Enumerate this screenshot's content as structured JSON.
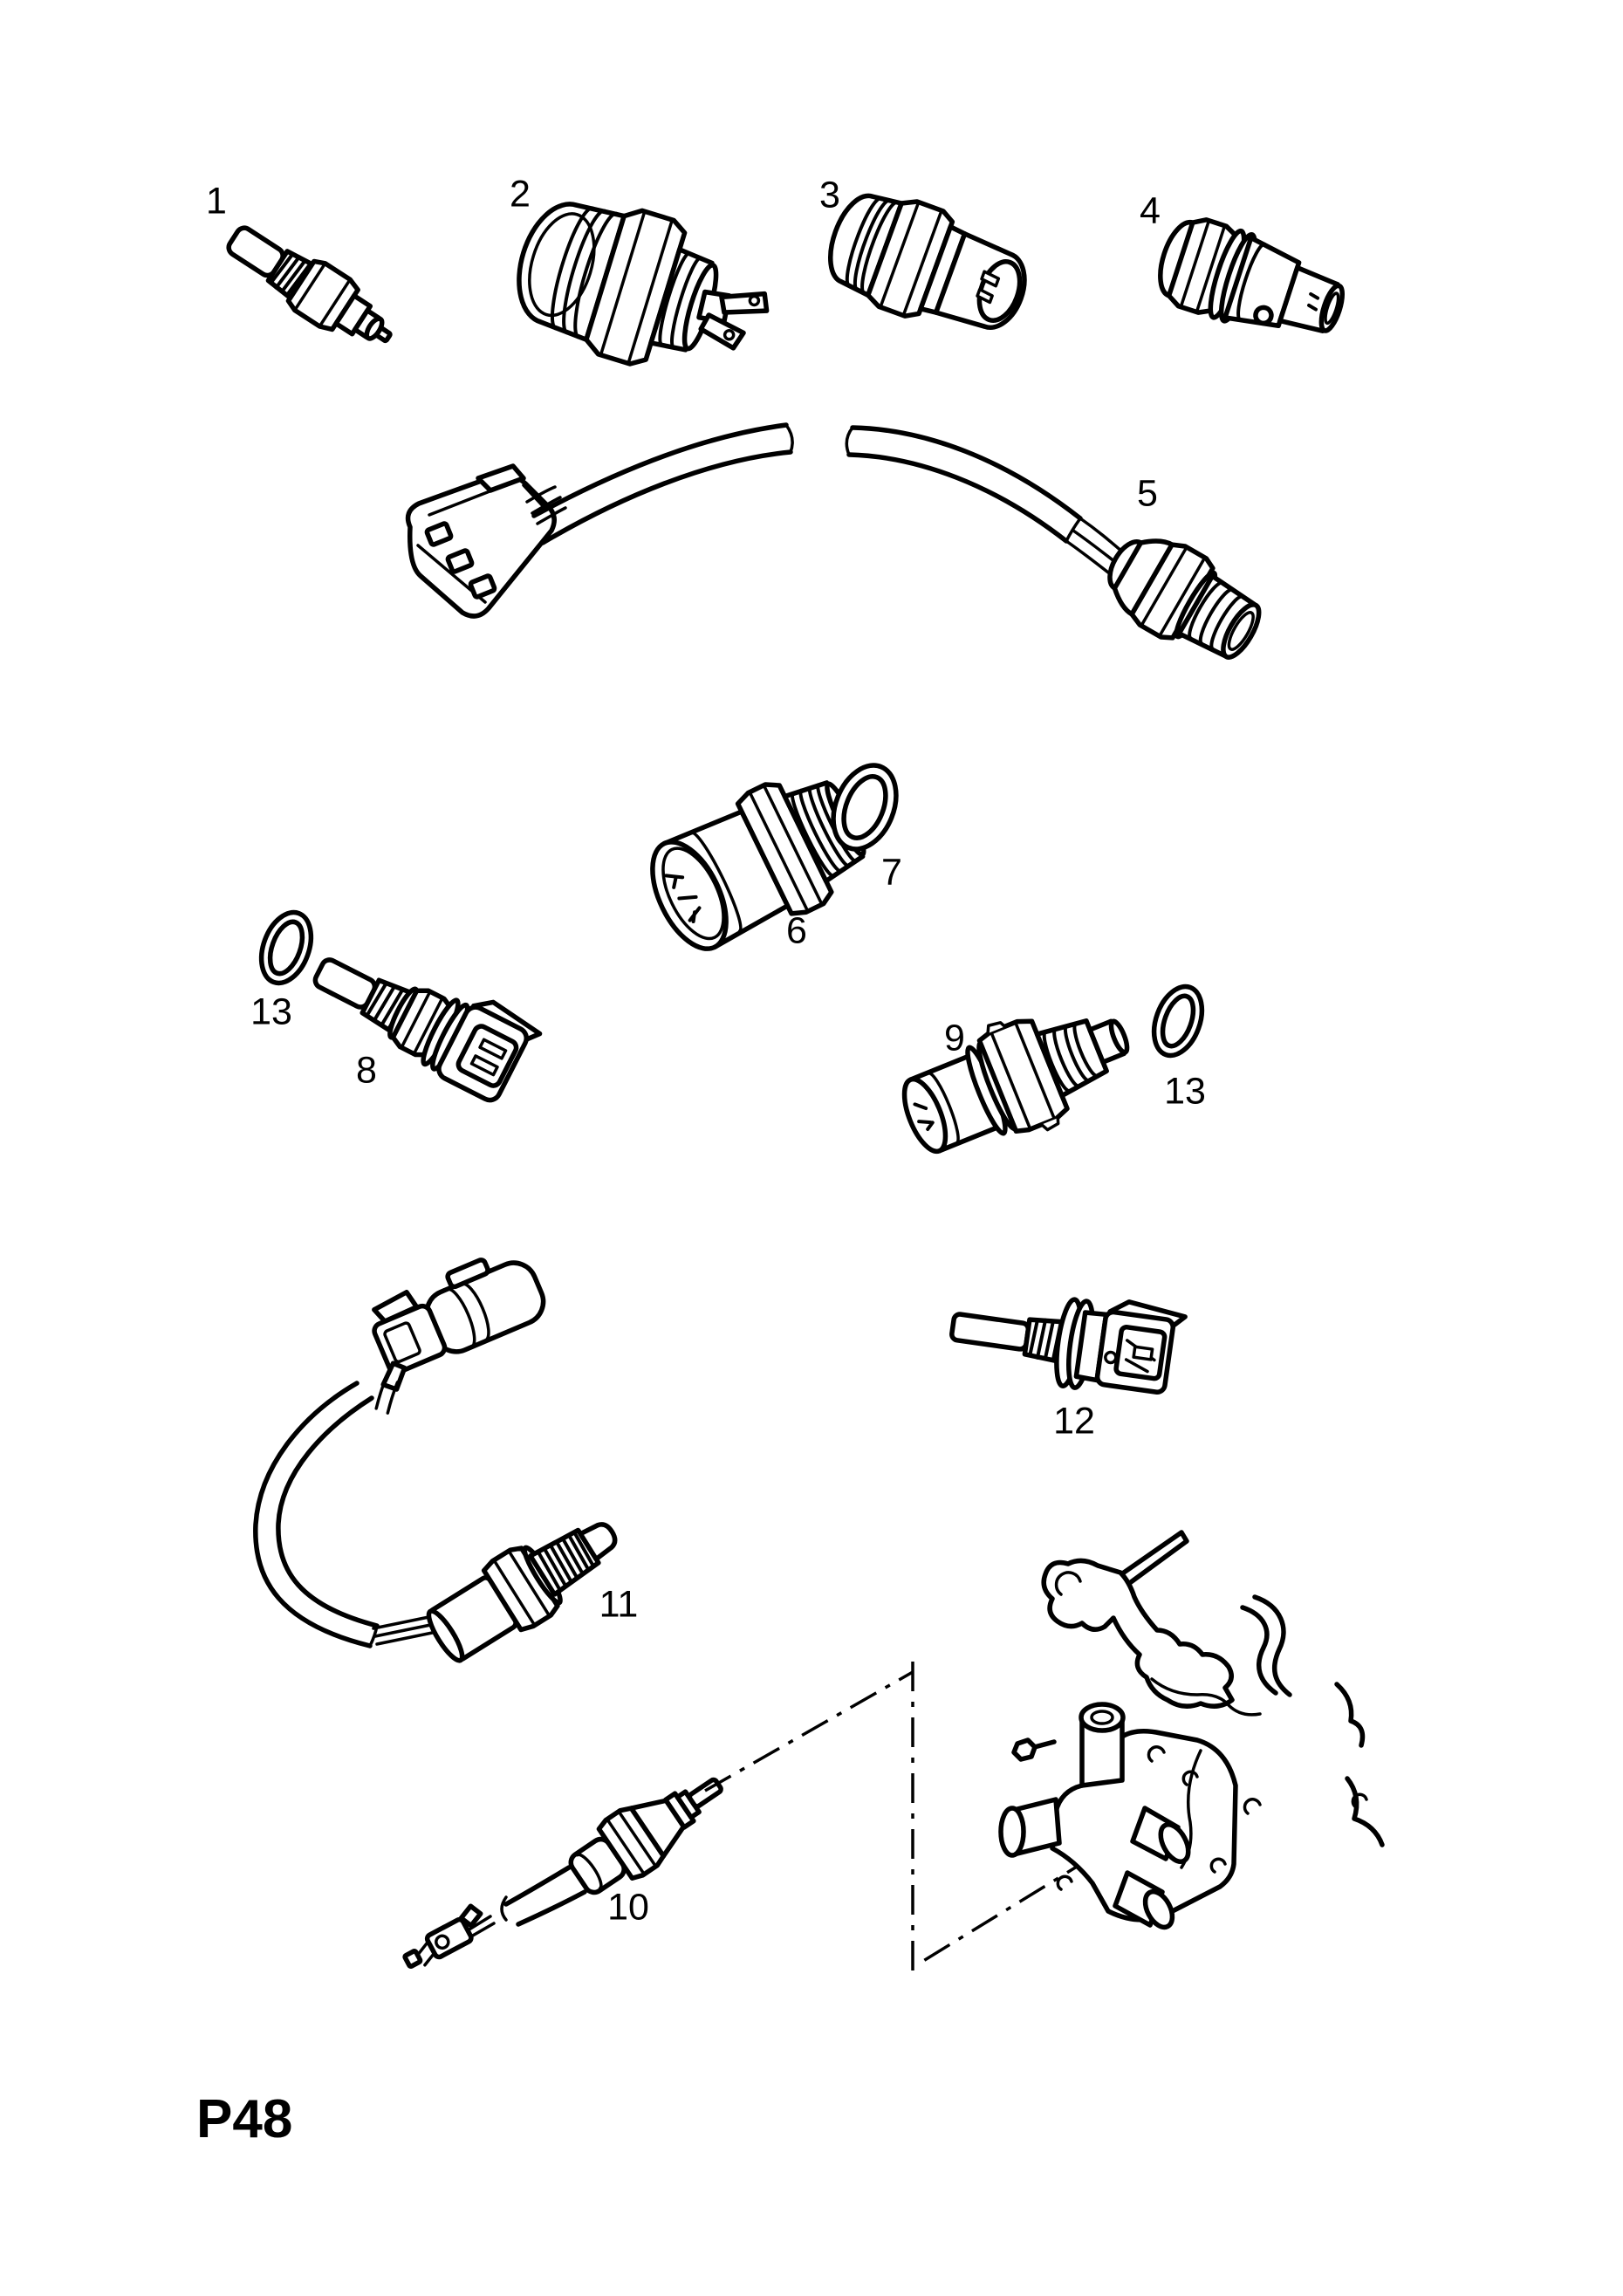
{
  "page": {
    "code": "P48"
  },
  "colors": {
    "background": "#ffffff",
    "line": "#000000",
    "text": "#000000"
  },
  "diagram": {
    "kind": "exploded-parts-line-drawing",
    "subject": "engine temperature sensors, switches, sender units and sealing rings with thermostat housing reference view",
    "callouts": [
      {
        "text": "1",
        "part": "temperature-sensor-single-pin"
      },
      {
        "text": "2",
        "part": "thermo-switch-two-spade-terminals"
      },
      {
        "text": "3",
        "part": "temperature-switch-oval-connector"
      },
      {
        "text": "4",
        "part": "temperature-transmitter-round-connector"
      },
      {
        "text": "5",
        "part": "temperature-switch-with-cable-and-plug"
      },
      {
        "text": "6",
        "part": "temperature-transmitter-round-plug-face"
      },
      {
        "text": "7",
        "part": "sealing-ring"
      },
      {
        "text": "8",
        "part": "coolant-temperature-sensor-block-connector"
      },
      {
        "text": "9",
        "part": "temperature-transmitter-barrel-connector"
      },
      {
        "text": "10",
        "part": "temperature-sensor-with-cable-and-flag-terminal"
      },
      {
        "text": "11",
        "part": "temperature-sensor-with-cable-and-plug"
      },
      {
        "text": "12",
        "part": "coolant-temperature-sensor-square-connector"
      },
      {
        "text": "13",
        "part": "sealing-ring"
      },
      {
        "text": "13",
        "part": "sealing-ring"
      }
    ]
  }
}
